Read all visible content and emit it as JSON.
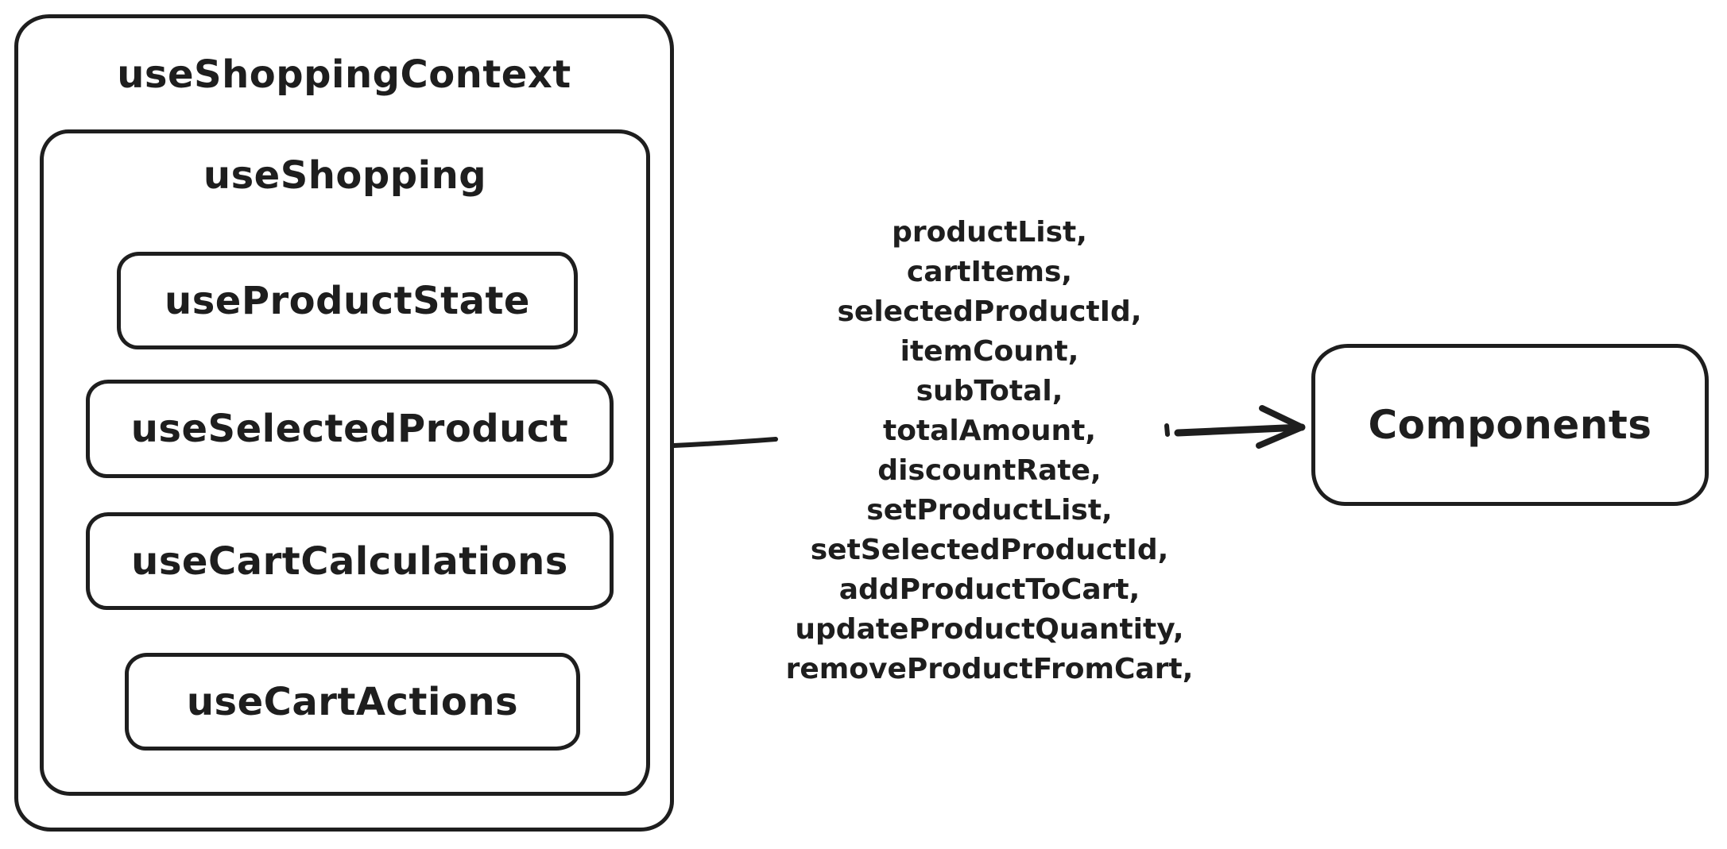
{
  "diagram": {
    "colors": {
      "stroke": "#1e1e1e",
      "background": "#ffffff"
    },
    "provider": {
      "title": "useShoppingContext"
    },
    "hook_container": {
      "title": "useShopping"
    },
    "hooks": [
      {
        "label": "useProductState"
      },
      {
        "label": "useSelectedProduct"
      },
      {
        "label": "useCartCalculations"
      },
      {
        "label": "useCartActions"
      }
    ],
    "context_values": [
      "productList,",
      "cartItems,",
      "selectedProductId,",
      "itemCount,",
      "subTotal,",
      "totalAmount,",
      "discountRate,",
      "setProductList,",
      "setSelectedProductId,",
      "addProductToCart,",
      "updateProductQuantity,",
      "removeProductFromCart,"
    ],
    "consumer": {
      "label": "Components"
    }
  }
}
